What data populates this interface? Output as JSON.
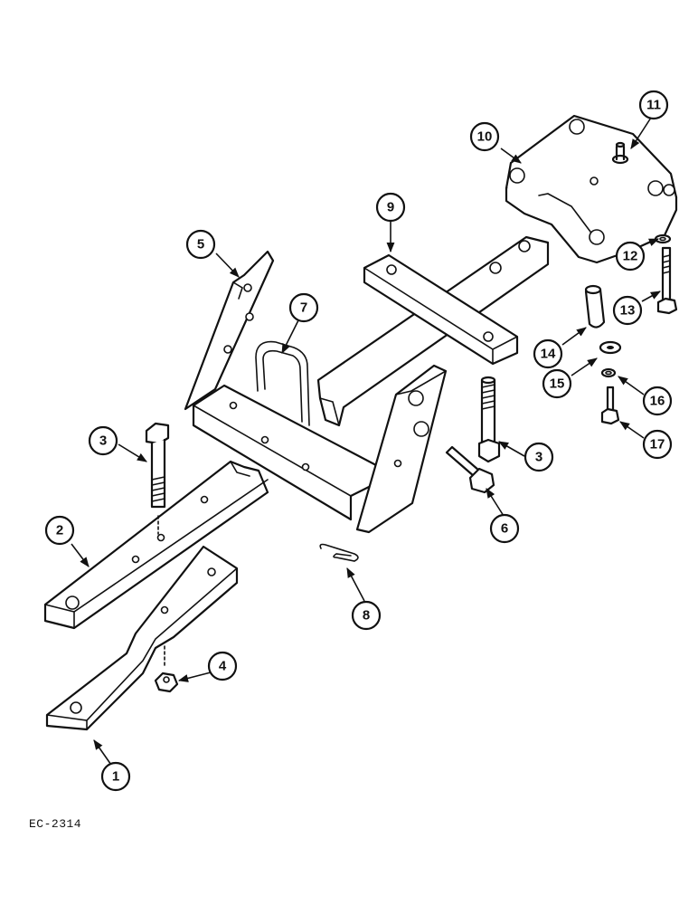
{
  "figure": {
    "code": "EC-2314"
  },
  "callouts": [
    {
      "id": "c1",
      "label": "1"
    },
    {
      "id": "c2",
      "label": "2"
    },
    {
      "id": "c3a",
      "label": "3"
    },
    {
      "id": "c3b",
      "label": "3"
    },
    {
      "id": "c4",
      "label": "4"
    },
    {
      "id": "c5",
      "label": "5"
    },
    {
      "id": "c6",
      "label": "6"
    },
    {
      "id": "c7",
      "label": "7"
    },
    {
      "id": "c8",
      "label": "8"
    },
    {
      "id": "c9",
      "label": "9"
    },
    {
      "id": "c10",
      "label": "10"
    },
    {
      "id": "c11",
      "label": "11"
    },
    {
      "id": "c12",
      "label": "12"
    },
    {
      "id": "c13",
      "label": "13"
    },
    {
      "id": "c14",
      "label": "14"
    },
    {
      "id": "c15",
      "label": "15"
    },
    {
      "id": "c16",
      "label": "16"
    },
    {
      "id": "c17",
      "label": "17"
    }
  ]
}
